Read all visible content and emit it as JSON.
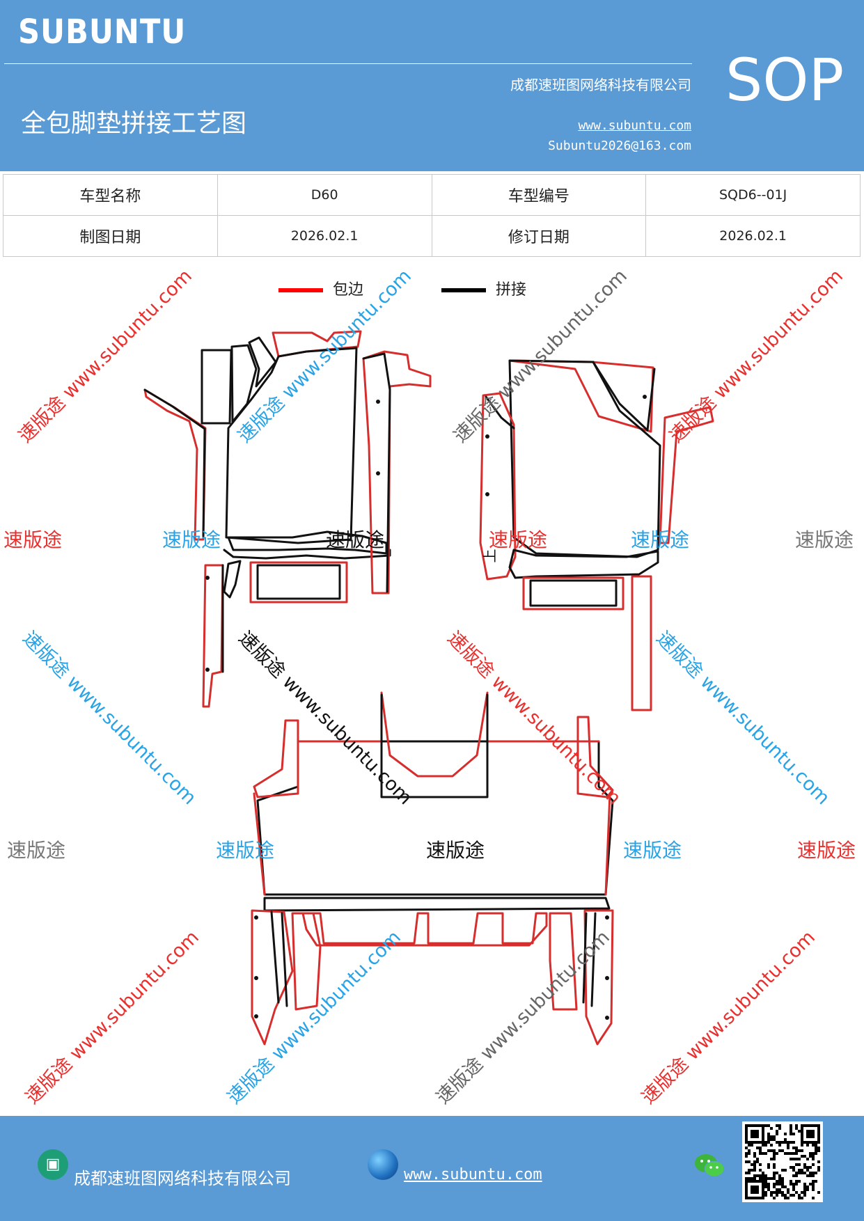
{
  "header": {
    "brand": "SUBUNTU",
    "company": "成都速班图网络科技有限公司",
    "title": "全包脚垫拼接工艺图",
    "website": "www.subuntu.com",
    "email": "Subuntu2026@163.com",
    "badge": "SOP"
  },
  "info_table": {
    "model_name_label": "车型名称",
    "model_name_value": "D60",
    "model_code_label": "车型编号",
    "model_code_value": "SQD6--01J",
    "draw_date_label": "制图日期",
    "draw_date_value": "2026.02.1",
    "revise_date_label": "修订日期",
    "revise_date_value": "2026.02.1"
  },
  "legend": {
    "edge_label": "包边",
    "edge_color": "#ff0000",
    "joint_label": "拼接",
    "joint_color": "#000000"
  },
  "watermarks": {
    "logo_text": "速版途",
    "url_text": "速版途 www.subuntu.com",
    "url_text_rev": "速版途 www.subuntu.com",
    "mark_up": "上"
  },
  "colors": {
    "primary": "#5b9bd5",
    "red": "#e8312f",
    "blue": "#29a3e6",
    "gray": "#777777"
  },
  "footer": {
    "company": "成都速班图网络科技有限公司",
    "website": "www.subuntu.com"
  }
}
